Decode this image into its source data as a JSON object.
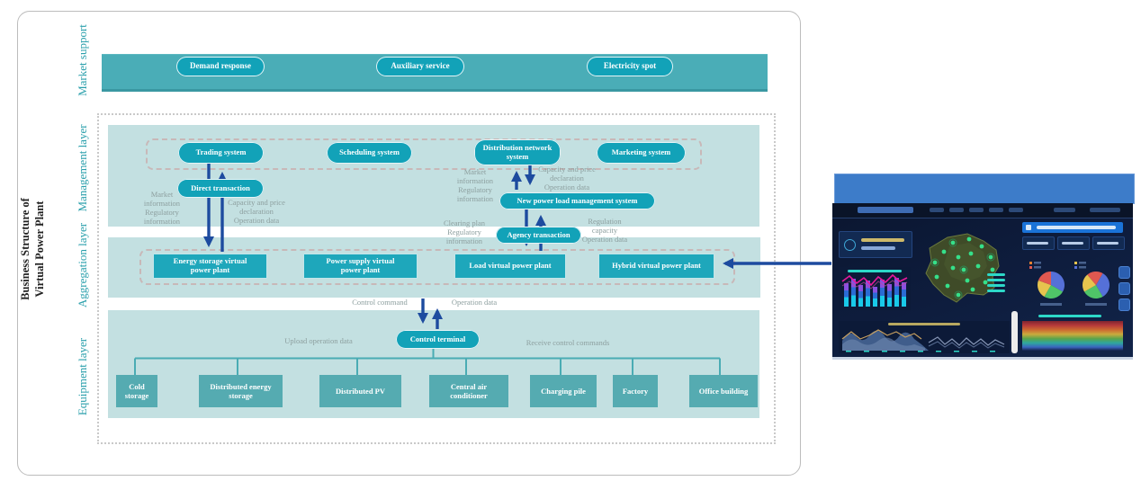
{
  "title": "Business Structure of\nVirtual Power Plant",
  "layer_labels": {
    "market": "Market support",
    "management": "Management layer",
    "aggregation": "Aggregation layer",
    "equipment": "Equipment layer"
  },
  "market_support": {
    "pills": [
      "Demand response",
      "Auxiliary service",
      "Electricity spot"
    ]
  },
  "management": {
    "systems": [
      "Trading system",
      "Scheduling system",
      "Distribution network system",
      "Marketing system"
    ],
    "direct_transaction": "Direct transaction",
    "new_power_load_management_system": "New power load management system",
    "agency_transaction": "Agency transaction",
    "ann_market_info_left": "Market\ninformation\nRegulatory\ninformation",
    "ann_capacity_left": "Capacity and price\ndeclaration\nOperation data",
    "ann_market_info_mid": "Market\ninformation\nRegulatory\ninformation",
    "ann_capacity_mid": "Capacity and price\ndeclaration\nOperation data",
    "ann_clearing_plan": "Clearing plan\nRegulatory\ninformation",
    "ann_regulation_capacity": "Regulation\ncapacity\nOperation data"
  },
  "aggregation": {
    "plants": [
      "Energy storage virtual\npower plant",
      "Power supply virtual\npower plant",
      "Load virtual power plant",
      "Hybrid virtual power plant"
    ]
  },
  "equipment": {
    "control_terminal": "Control terminal",
    "ann_control_command": "Control command",
    "ann_operation_data": "Operation data",
    "ann_upload": "Upload operation data",
    "ann_receive": "Receive control commands",
    "devices": [
      "Cold storage",
      "Distributed energy storage",
      "Distributed PV",
      "Central air conditioner",
      "Charging pile",
      "Factory",
      "Office building"
    ]
  },
  "colors": {
    "band_teal": "#4aadb7",
    "panel_teal": "#c3e0e1",
    "pill_teal": "#12a2b8",
    "plant_box_teal": "#1ea7bb",
    "device_box_teal": "#55abb1",
    "arrow_blue": "#1d4b9f",
    "annotation_gray": "#8d9f9f",
    "layer_label_teal": "#2ba0ac",
    "dashboard_blue_bar": "#3d7cc9",
    "dashboard_bg": "#0e1d3e"
  }
}
